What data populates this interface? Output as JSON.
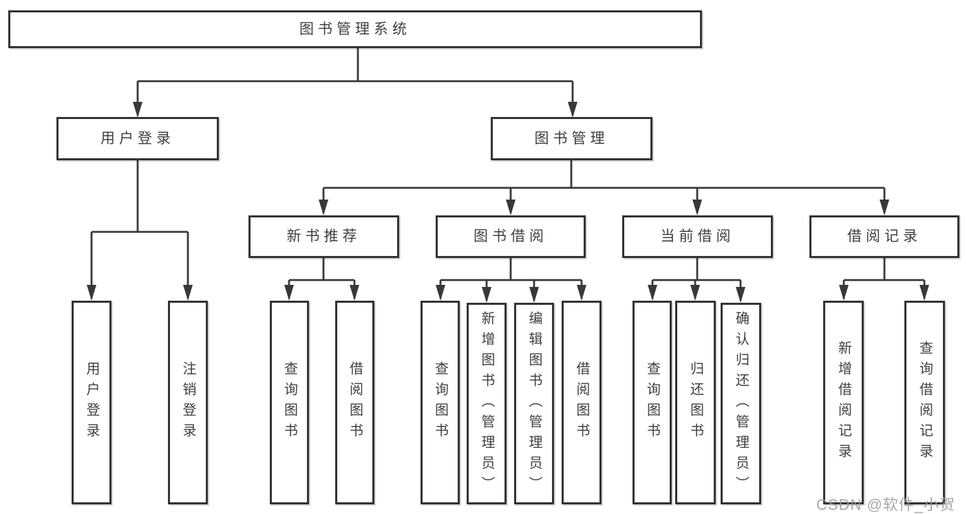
{
  "colors": {
    "background": "#ffffff",
    "line": "#383838",
    "box_border": "#333333",
    "box_fill": "#ffffff",
    "text": "#3f3f3f",
    "watermark": "#9b9b9b"
  },
  "diagram": {
    "type": "hierarchy-tree",
    "root": {
      "label": "图书管理系统"
    },
    "branches": [
      {
        "label": "用户登录",
        "children": [
          {
            "label": "用户登录"
          },
          {
            "label": "注销登录"
          }
        ]
      },
      {
        "label": "图书管理",
        "children": [
          {
            "label": "新书推荐",
            "children": [
              {
                "label": "查询图书"
              },
              {
                "label": "借阅图书"
              }
            ]
          },
          {
            "label": "图书借阅",
            "children": [
              {
                "label": "查询图书"
              },
              {
                "label": "新增图书（管理员）"
              },
              {
                "label": "编辑图书（管理员）"
              },
              {
                "label": "借阅图书"
              }
            ]
          },
          {
            "label": "当前借阅",
            "children": [
              {
                "label": "查询图书"
              },
              {
                "label": "归还图书"
              },
              {
                "label": "确认归还（管理员）"
              }
            ]
          },
          {
            "label": "借阅记录",
            "children": [
              {
                "label": "新增借阅记录"
              },
              {
                "label": "查询借阅记录"
              }
            ]
          }
        ]
      }
    ]
  },
  "watermark": {
    "text": "CSDN @软件_小贺同学"
  }
}
